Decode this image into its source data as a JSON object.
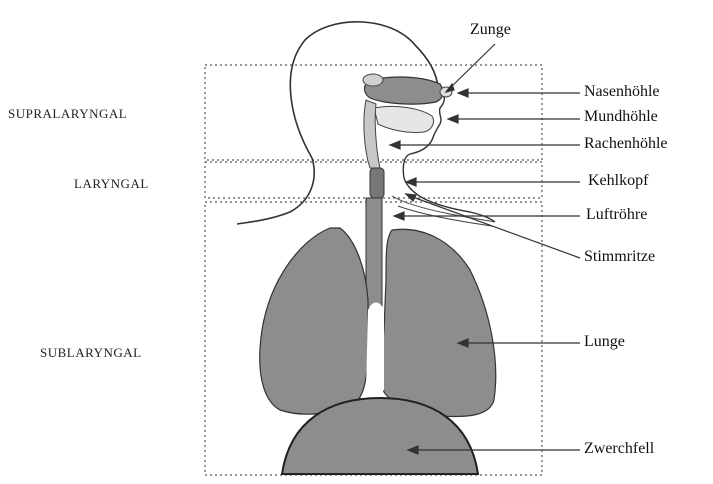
{
  "zones": {
    "supralaryngal": "SUPRALARYNGAL",
    "laryngal": "LARYNGAL",
    "sublaryngal": "SUBLARYNGAL"
  },
  "labels": {
    "zunge": "Zunge",
    "nasenhoehle": "Nasenhöhle",
    "mundhoehle": "Mundhöhle",
    "rachenhoehle": "Rachenhöhle",
    "kehlkopf": "Kehlkopf",
    "luftroehre": "Luftröhre",
    "stimmritze": "Stimmritze",
    "lunge": "Lunge",
    "zwerchfell": "Zwerchfell"
  },
  "colors": {
    "organ_fill": "#8d8d8d",
    "outline": "#333333",
    "dotted_box": "#555555"
  }
}
